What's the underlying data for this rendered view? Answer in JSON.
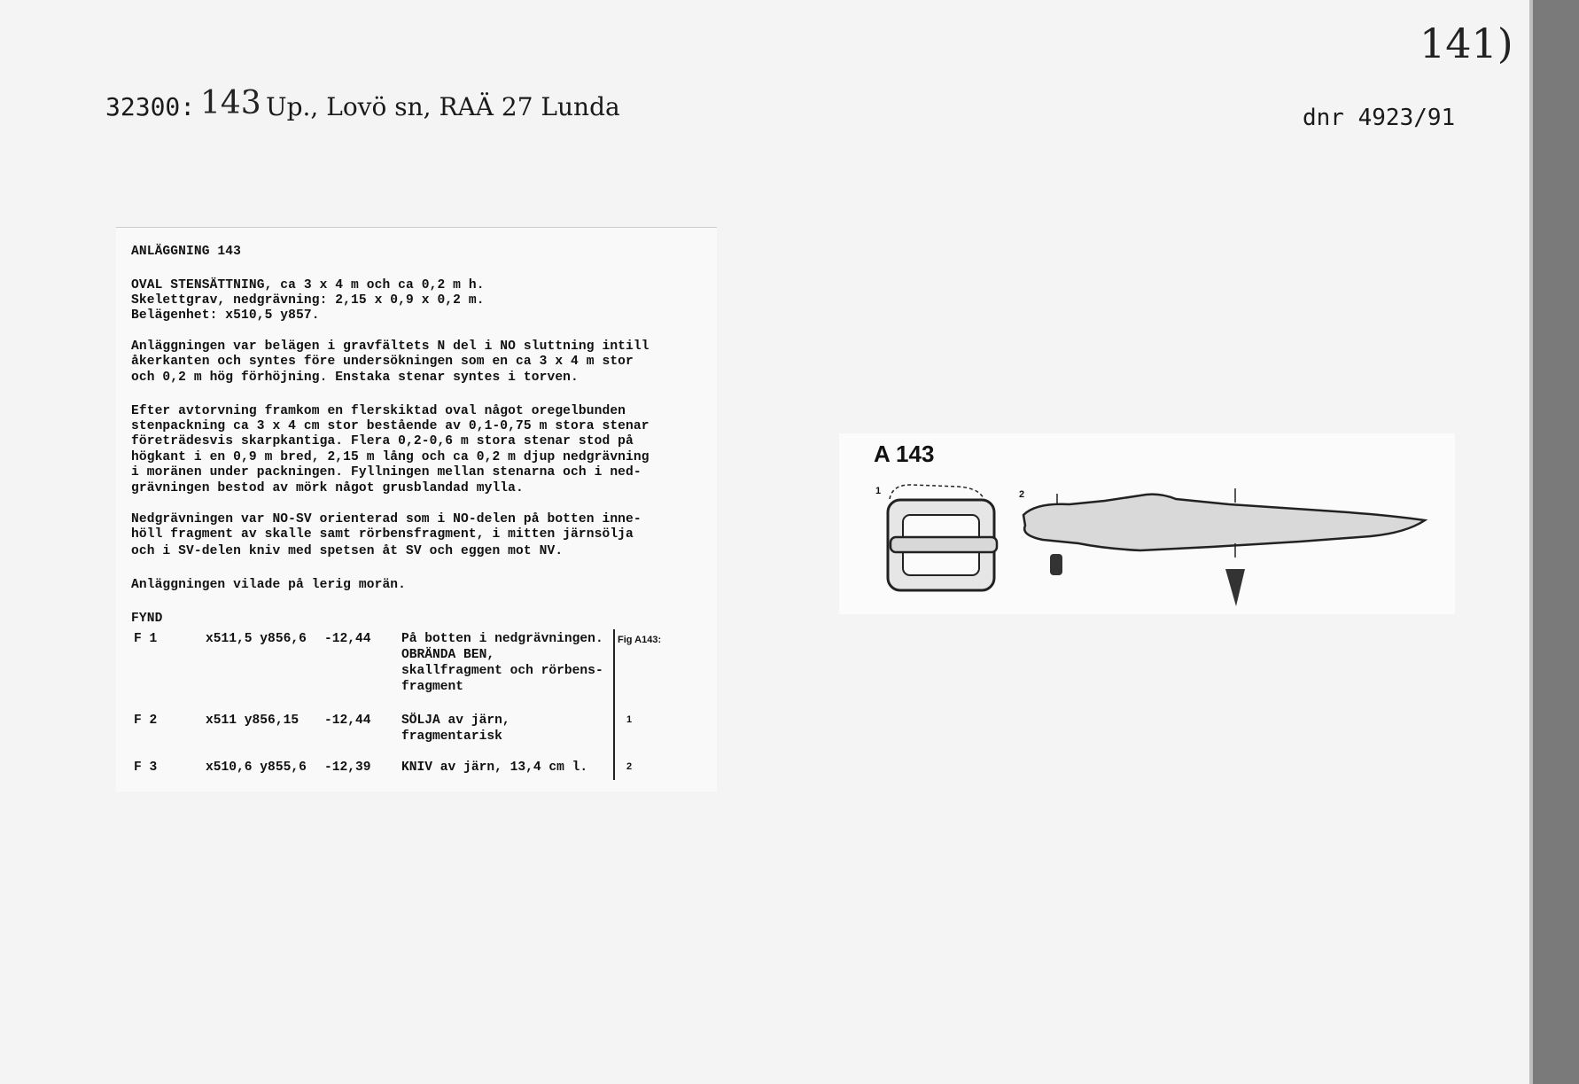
{
  "header": {
    "catalog_number": "32300:",
    "catalog_suffix_handwritten": "143",
    "location": "Up., Lovö sn, RAÄ 27 Lunda",
    "dnr": "dnr 4923/91",
    "page_number_handwritten": "141)"
  },
  "record": {
    "title": "ANLÄGGNING 143",
    "summary": [
      "OVAL STENSÄTTNING, ca 3 x 4 m och ca 0,2 m h.",
      "Skelettgrav, nedgrävning: 2,15 x 0,9 x 0,2 m.",
      "Belägenhet: x510,5 y857."
    ],
    "para1": [
      "Anläggningen var belägen i gravfältets N del i NO sluttning intill",
      "åkerkanten och syntes före undersökningen som en ca 3 x 4 m stor",
      "och 0,2 m hög förhöjning. Enstaka stenar syntes i torven."
    ],
    "para2": [
      "Efter avtorvning framkom en flerskiktad oval något oregelbunden",
      "stenpackning ca 3 x 4 cm stor bestående av 0,1-0,75 m stora stenar",
      "företrädesvis skarpkantiga. Flera 0,2-0,6 m stora stenar stod på",
      "högkant i en 0,9 m bred, 2,15 m lång och ca 0,2 m djup nedgrävning",
      "i moränen under packningen. Fyllningen mellan stenarna och i ned-",
      "grävningen bestod av mörk något grusblandad mylla."
    ],
    "para3": [
      "Nedgrävningen var NO-SV orienterad som i NO-delen på botten inne-",
      "höll fragment av skalle samt rörbensfragment, i mitten järnsölja",
      "och i SV-delen kniv med spetsen åt SV och eggen mot NV."
    ],
    "para4": "Anläggningen vilade på lerig morän.",
    "finds_heading": "FYND",
    "fig_header": "Fig A143:",
    "finds": [
      {
        "id": "F 1",
        "coords": "x511,5 y856,6",
        "depth": "-12,44",
        "desc": [
          "På botten i nedgrävningen.",
          "OBRÄNDA BEN,",
          "skallfragment och rörbens-",
          "fragment"
        ],
        "fig": ""
      },
      {
        "id": "F 2",
        "coords": "x511 y856,15",
        "depth": "-12,44",
        "desc": [
          "SÖLJA av järn,",
          "fragmentarisk"
        ],
        "fig": "1"
      },
      {
        "id": "F 3",
        "coords": "x510,6 y855,6",
        "depth": "-12,39",
        "desc": [
          "KNIV av järn, 13,4 cm l."
        ],
        "fig": "2"
      }
    ]
  },
  "figure": {
    "label": "A 143",
    "item1_number": "1",
    "item2_number": "2"
  }
}
